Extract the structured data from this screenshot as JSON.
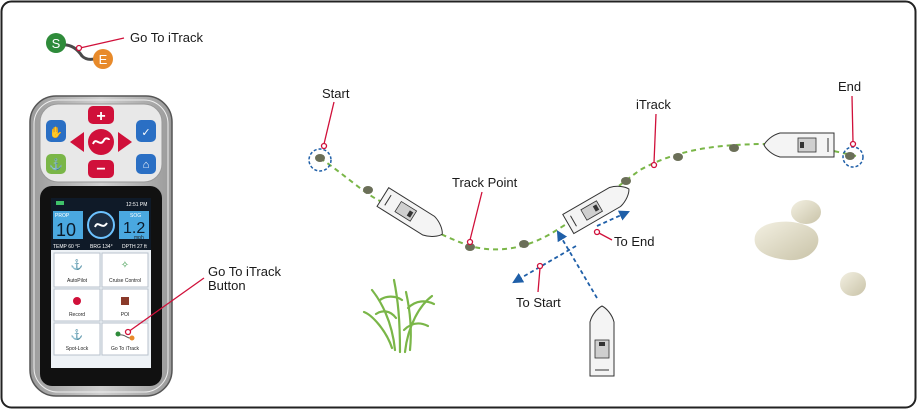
{
  "labels": {
    "go_to_itrack": "Go To iTrack",
    "go_to_itrack_button_1": "Go To iTrack",
    "go_to_itrack_button_2": "Button",
    "start": "Start",
    "end": "End",
    "itrack": "iTrack",
    "track_point": "Track Point",
    "to_end": "To End",
    "to_start": "To Start"
  },
  "legend_icon": {
    "start_letter": "S",
    "end_letter": "E"
  },
  "remote": {
    "buttons": {
      "plus": "+",
      "minus": "−"
    },
    "screen": {
      "time": "12:51 PM",
      "left_gauge_label": "PROP",
      "left_gauge_value": "10",
      "right_gauge_label": "SOG",
      "right_gauge_value": "1.2",
      "right_gauge_unit": "mph",
      "temp": "TEMP 60 °F",
      "heading": "BRG 134°",
      "depth": "DPTH 27 ft",
      "tiles": [
        "AutoPilot",
        "Cruise Control",
        "Record",
        "POI",
        "Spot-Lock",
        "Go To iTrack"
      ]
    }
  },
  "colors": {
    "pin": "#d0103a",
    "track": "#7ab648",
    "arrow": "#1f5fa8",
    "start_icon": "#2e8b3a",
    "end_icon": "#e88a2a"
  }
}
